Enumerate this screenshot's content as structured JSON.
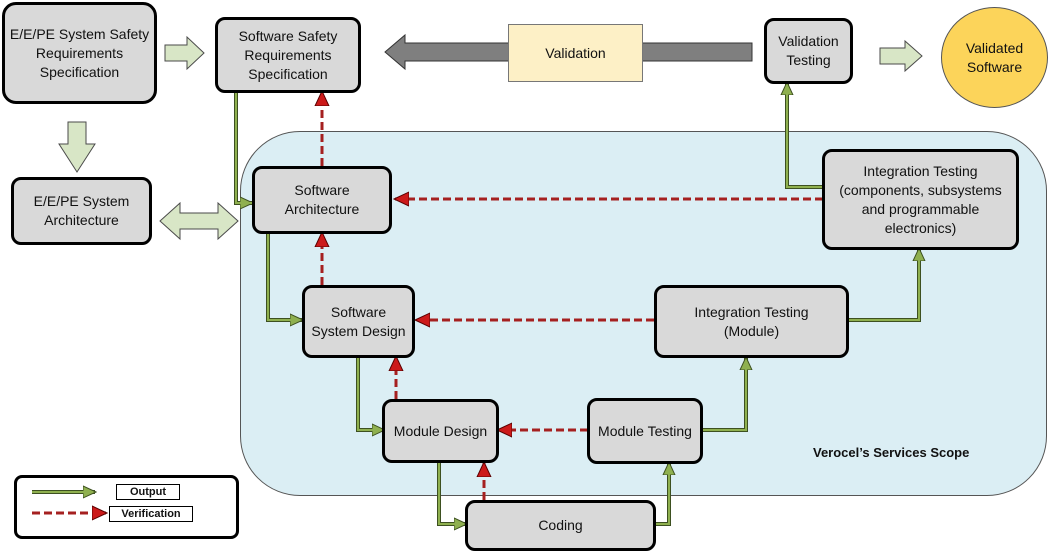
{
  "boxes": {
    "ee_req": "E/E/PE System Safety\nRequirements\nSpecification",
    "ee_arch": "E/E/PE System\nArchitecture",
    "sw_req": "Software Safety\nRequirements\nSpecification",
    "sw_arch": "Software\nArchitecture",
    "sw_sys_design": "Software\nSystem Design",
    "module_design": "Module Design",
    "coding": "Coding",
    "module_testing": "Module Testing",
    "int_test_module": "Integration Testing\n(Module)",
    "int_test_components": "Integration Testing\n(components, subsystems\nand programmable\nelectronics)",
    "validation_testing": "Validation\nTesting",
    "validation": "Validation",
    "validated_software": "Validated\nSoftware"
  },
  "scope_label": "Verocel’s Services Scope",
  "legend": {
    "output": "Output",
    "verification": "Verification"
  },
  "colors": {
    "output_arrow": "#6e8a3b",
    "verification_arrow": "#a52020",
    "box_fill": "#d9d9d9",
    "scope_fill": "#dbeef4",
    "validation_fill": "#fdf0c6",
    "validated_fill": "#fcd45a",
    "block_arrow_fill": "#d8e6c6"
  }
}
